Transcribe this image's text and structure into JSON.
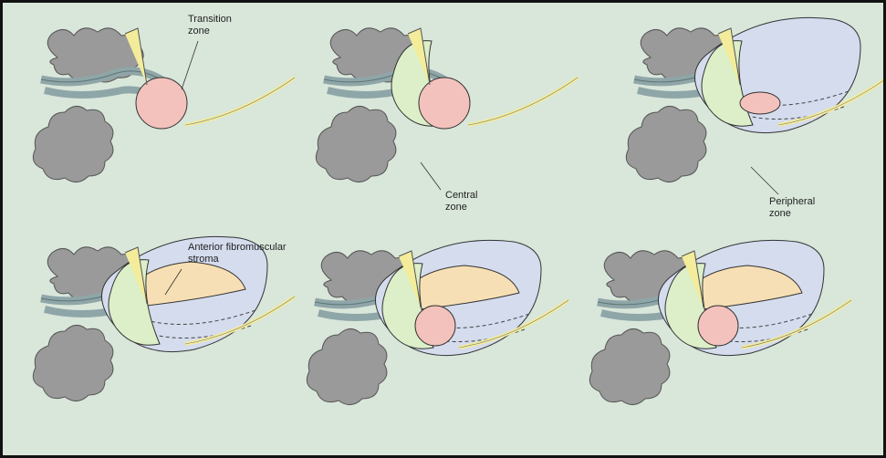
{
  "figure": {
    "description_labels": {
      "transition_zone": [
        "Transition",
        "zone"
      ],
      "central_zone": [
        "Central",
        "zone"
      ],
      "peripheral_zone": [
        "Peripheral",
        "zone"
      ],
      "anterior_stroma": [
        "Anterior fibromuscular",
        "stroma"
      ]
    },
    "colors": {
      "background": "#d9e6da",
      "seminal_vesicle": "#9a9a9a",
      "vas_deferens": "#8fa6a8",
      "urethra": "#f3ec9a",
      "transition_zone": "#f3c2bd",
      "central_zone": "#dcefc8",
      "peripheral_zone": "#d4dcee",
      "anterior_stroma": "#f7dfb5"
    }
  }
}
